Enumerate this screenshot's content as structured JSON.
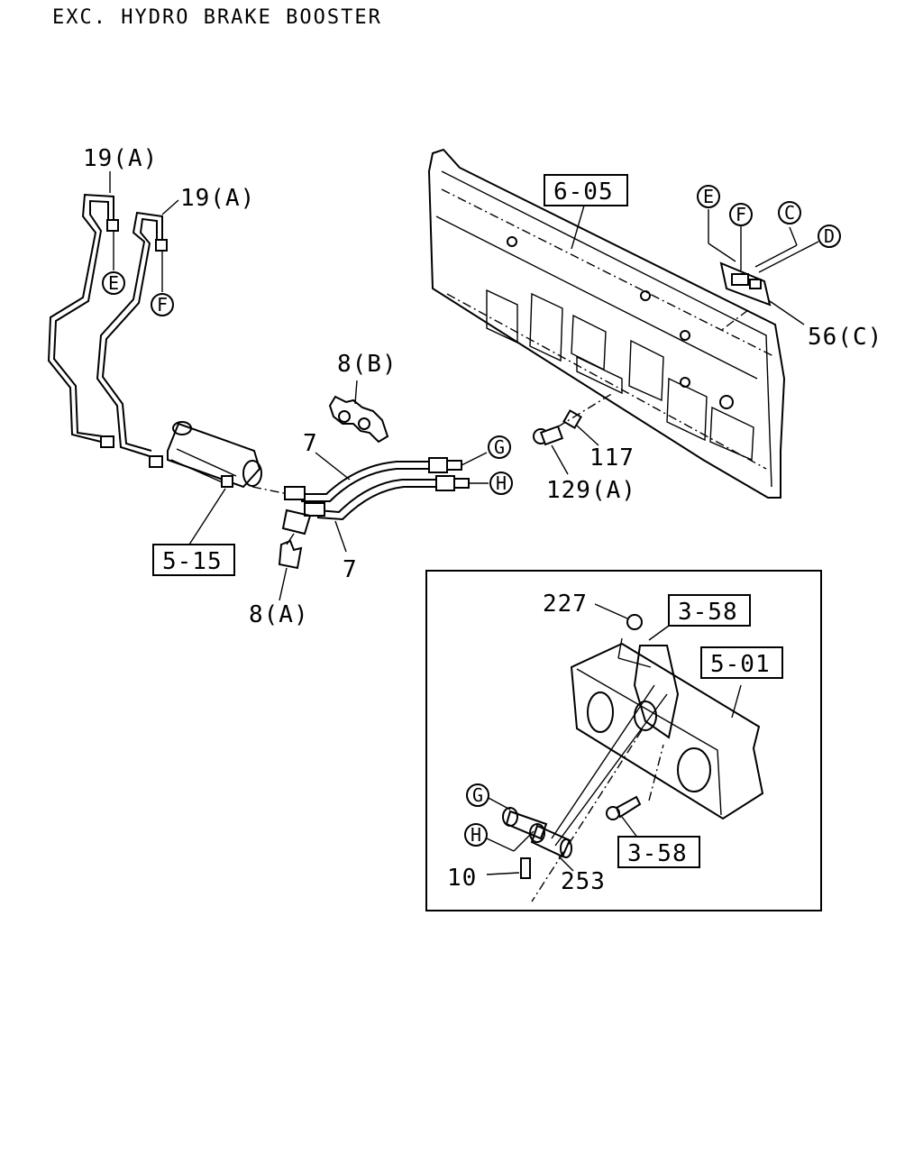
{
  "title": "EXC. HYDRO BRAKE BOOSTER",
  "callouts": {
    "pipe_19a_left": "19(A)",
    "pipe_19a_right": "19(A)",
    "clip_8b": "8(B)",
    "pipe_7_upper": "7",
    "pipe_7_lower": "7",
    "clip_8a": "8(A)",
    "part_117": "117",
    "bolt_129a": "129(A)",
    "bracket_56c": "56(C)",
    "nut_227": "227",
    "hose_253": "253",
    "bolt_10": "10"
  },
  "boxed_refs": {
    "panel_605": "6-05",
    "frame_515": "5-15",
    "bracket_358_top": "3-58",
    "frame_501": "5-01",
    "bolt_358_bottom": "3-58"
  },
  "connectors": {
    "E_top": "E",
    "F_top": "F",
    "C": "C",
    "D": "D",
    "E_pipe": "E",
    "F_pipe": "F",
    "G_pipe": "G",
    "H_pipe": "H",
    "G_detail": "G",
    "H_detail": "H"
  }
}
